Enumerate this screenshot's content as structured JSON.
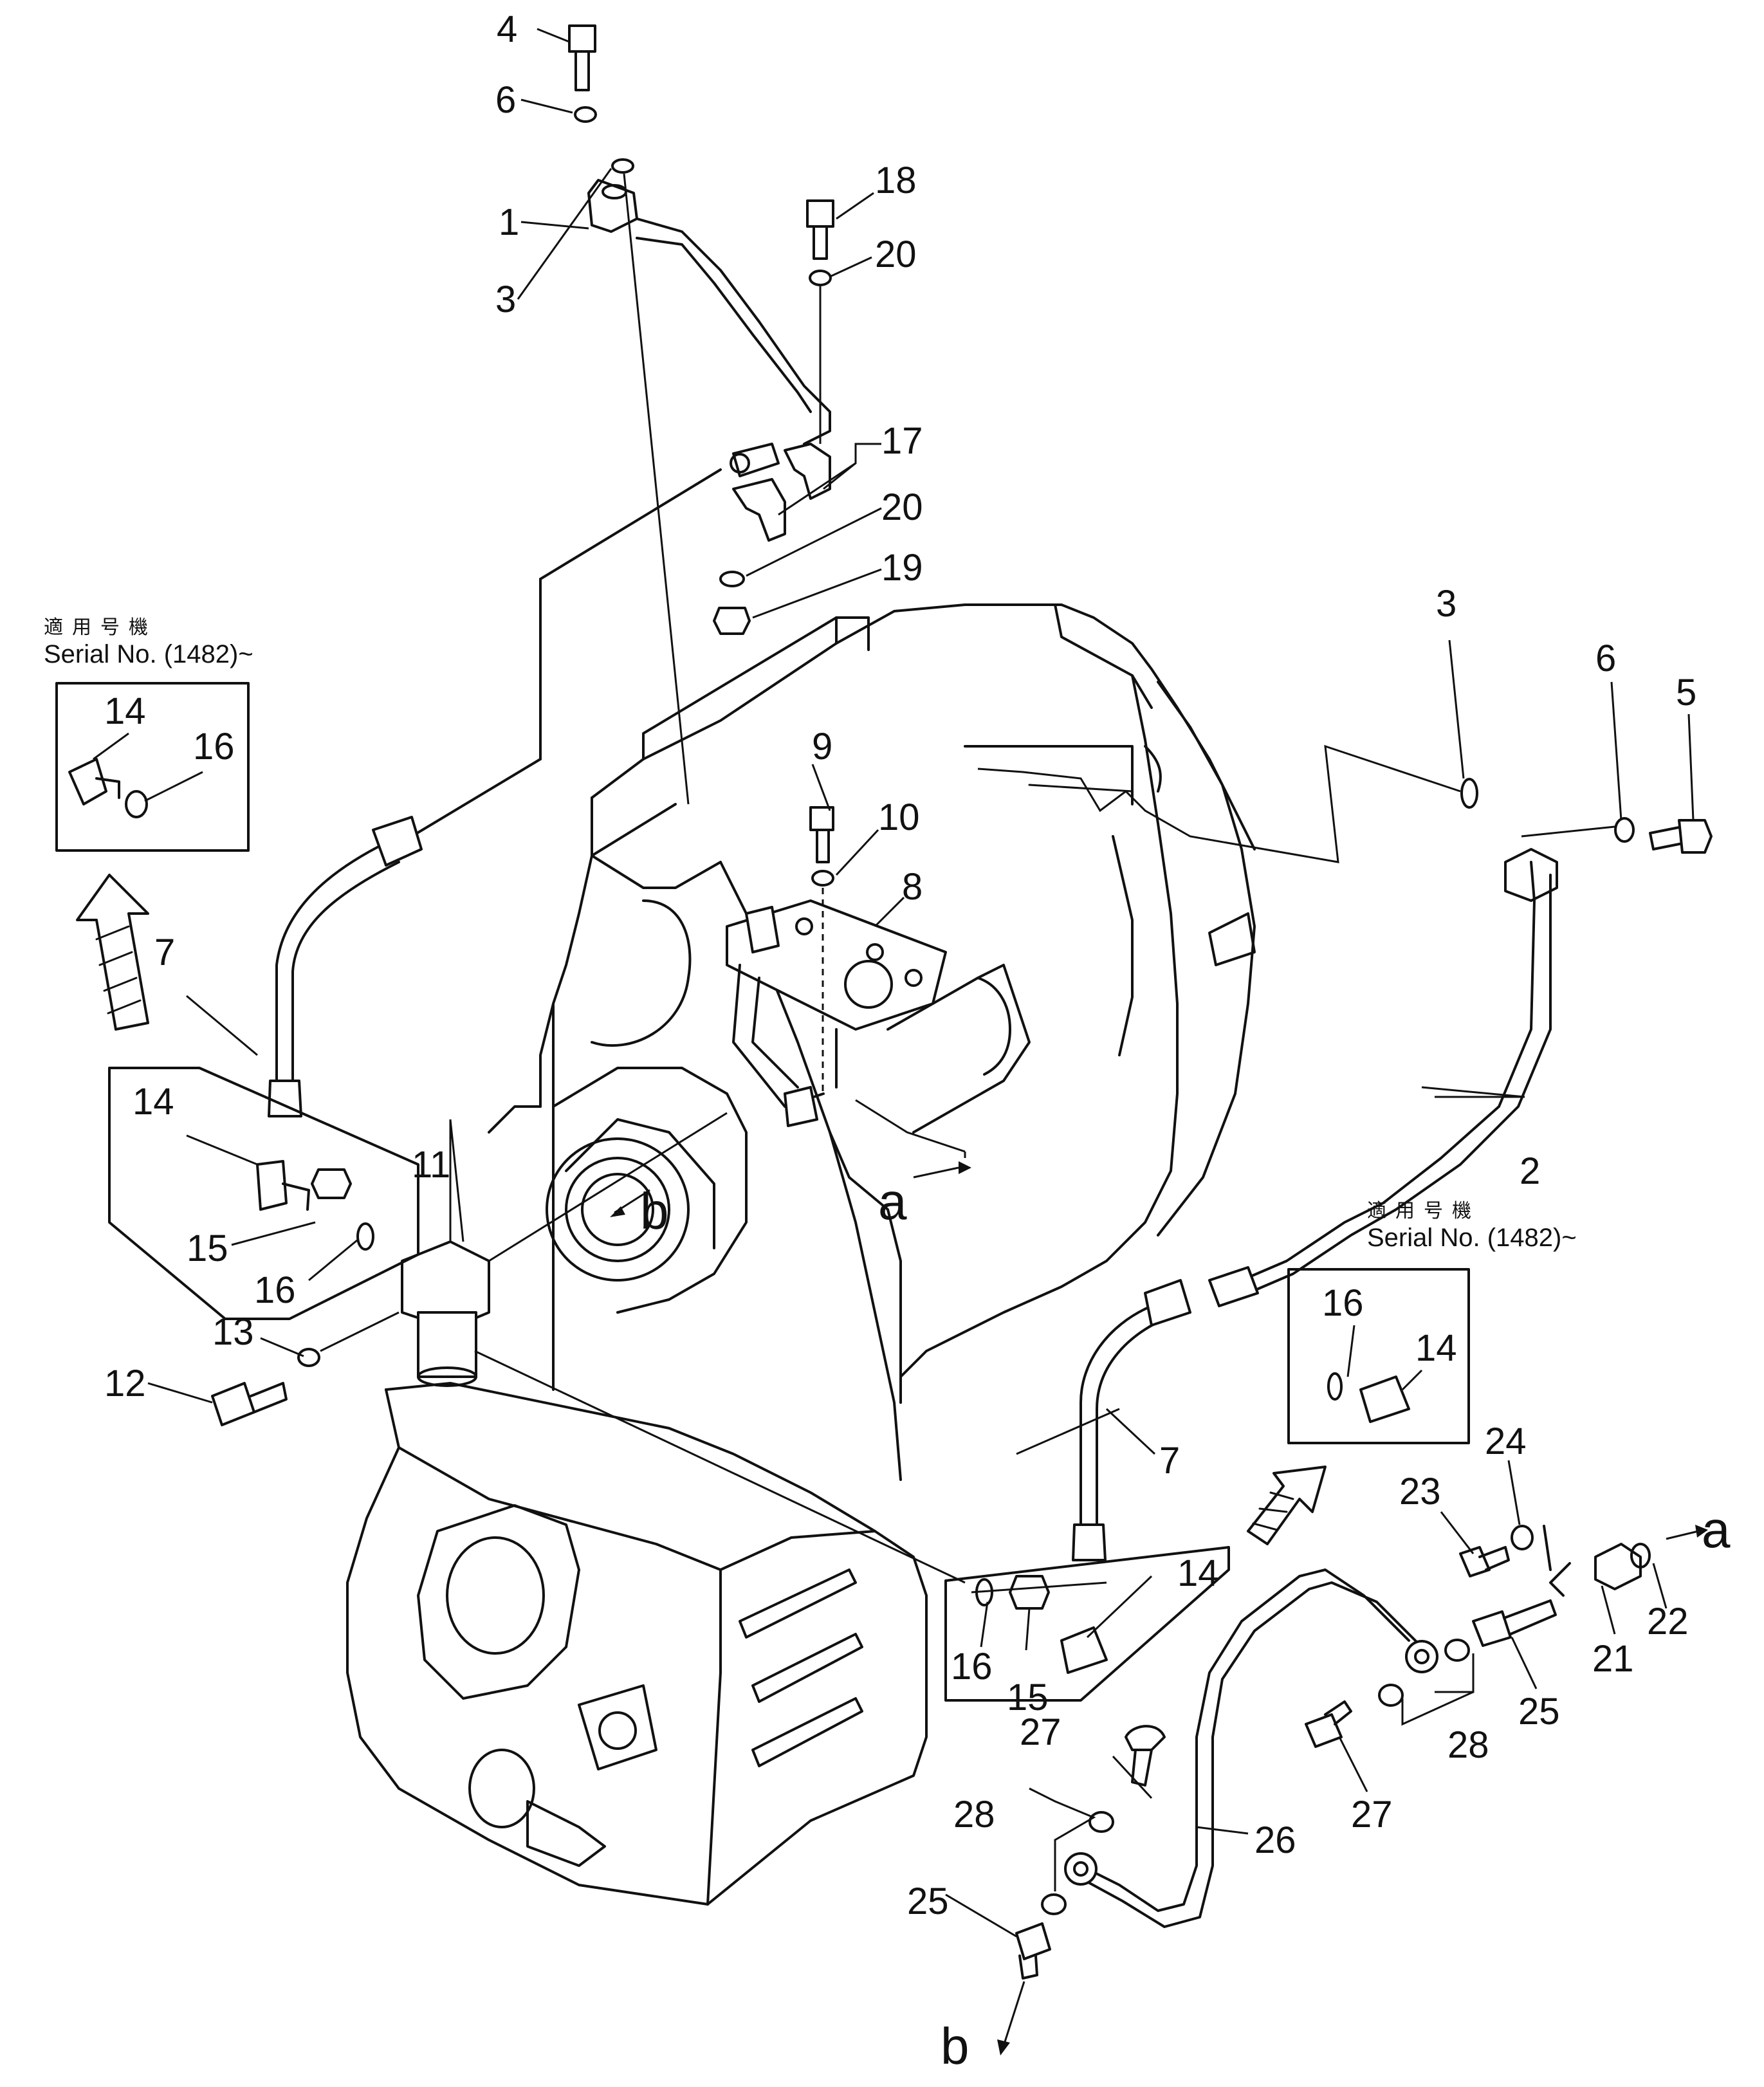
{
  "diagram": {
    "applicable_label": "適用号機",
    "serial_label": "Serial No. (1482)~",
    "callouts": {
      "c4": "4",
      "c6a": "6",
      "c1": "1",
      "c3a": "3",
      "c18": "18",
      "c20a": "20",
      "c17": "17",
      "c20b": "20",
      "c19": "19",
      "c3b": "3",
      "c6b": "6",
      "c5": "5",
      "c9": "9",
      "c10": "10",
      "c8": "8",
      "c14a": "14",
      "c16a": "16",
      "c7a": "7",
      "c14b": "14",
      "c15a": "15",
      "c16b": "16",
      "c11": "11",
      "c13": "13",
      "c12": "12",
      "c2": "2",
      "c7b": "7",
      "c16c": "16",
      "c14c": "14",
      "c24": "24",
      "c23": "23",
      "c22": "22",
      "c21": "21",
      "c25a": "25",
      "c28a": "28",
      "c27a": "27",
      "c26": "26",
      "c14d": "14",
      "c16d": "16",
      "c15b": "15",
      "c27b": "27",
      "c28b": "28",
      "c25b": "25"
    },
    "refs": {
      "a1": "a",
      "a2": "a",
      "b1": "b",
      "b2": "b"
    }
  }
}
